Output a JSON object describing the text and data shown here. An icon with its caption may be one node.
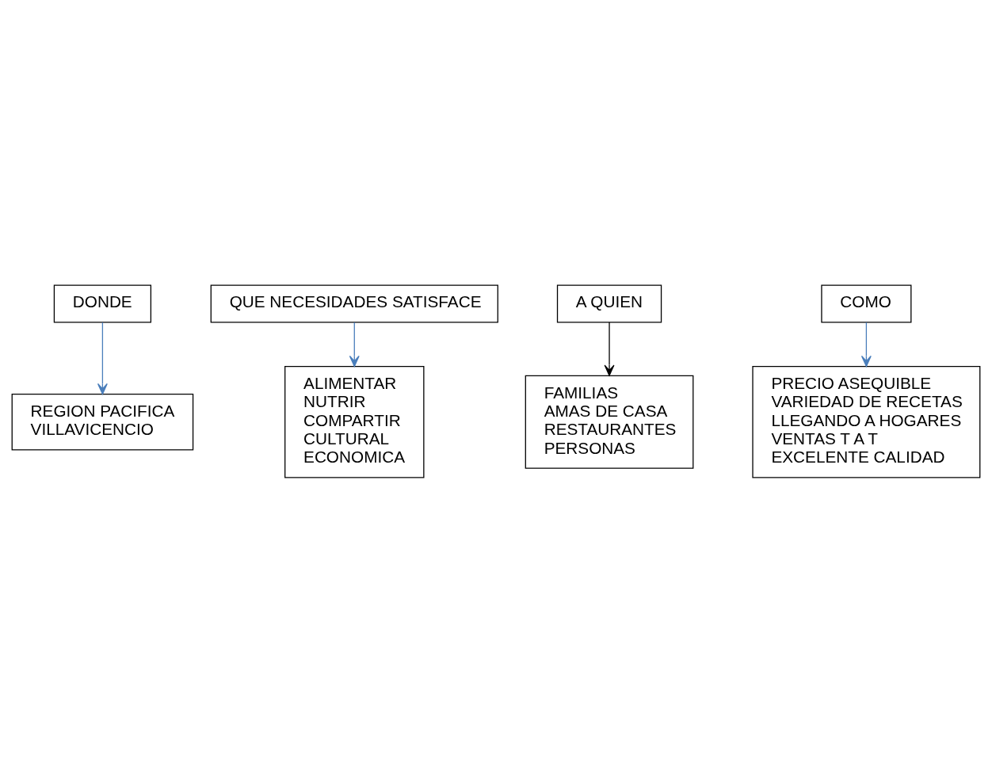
{
  "diagram": {
    "nodes": [
      {
        "text": [
          "DONDE"
        ]
      },
      {
        "text": [
          "REGION PACIFICA",
          "VILLAVICENCIO"
        ]
      },
      {
        "text": [
          "QUE NECESIDADES SATISFACE"
        ]
      },
      {
        "text": [
          "ALIMENTAR",
          "NUTRIR",
          "COMPARTIR",
          "CULTURAL",
          "ECONOMICA"
        ]
      },
      {
        "text": [
          "FAMILIAS",
          "AMAS DE CASA",
          "RESTAURANTES",
          "PERSONAS"
        ]
      },
      {
        "text": [
          "COMO"
        ]
      },
      {
        "text": [
          "PRECIO ASEQUIBLE",
          "VARIEDAD DE RECETAS",
          "LLEGANDO A HOGARES",
          "VENTAS T A T",
          "EXCELENTE CALIDAD"
        ]
      },
      {
        "text": [
          "A QUIEN"
        ]
      }
    ],
    "edges": [
      {
        "from": 0,
        "to": 1,
        "arrow": "to"
      },
      {
        "from": 2,
        "to": 3,
        "arrow": "to"
      },
      {
        "from": 5,
        "to": 6,
        "arrow": "to"
      },
      {
        "from": 7,
        "to": 4,
        "arrow": "to",
        "color": "#000000"
      }
    ]
  }
}
